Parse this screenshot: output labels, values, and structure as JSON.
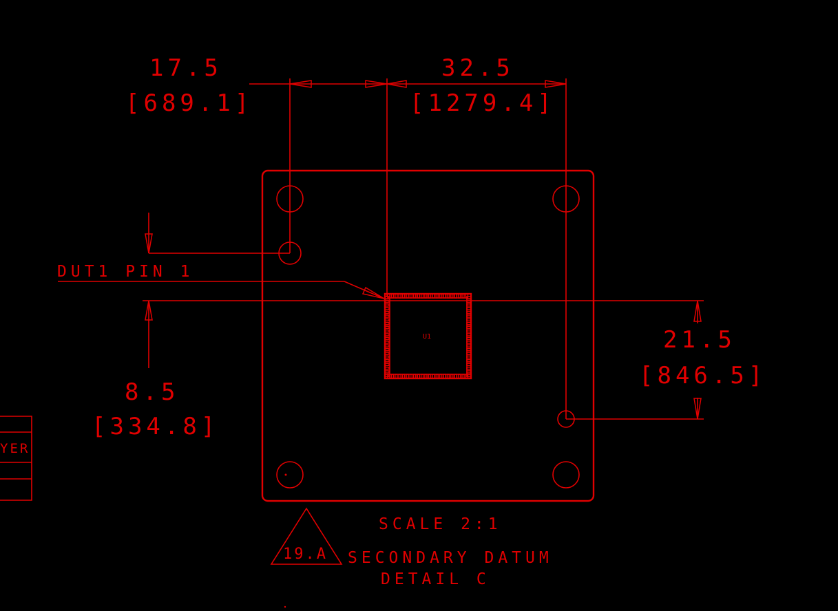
{
  "colors": {
    "background": "#000000",
    "line": "#e00000"
  },
  "dimensions": {
    "horizontal_left": {
      "value": "17.5",
      "alt": "[689.1]"
    },
    "horizontal_right": {
      "value": "32.5",
      "alt": "[1279.4]"
    },
    "vertical_left": {
      "value": "8.5",
      "alt": "[334.8]"
    },
    "vertical_right": {
      "value": "21.5",
      "alt": "[846.5]"
    }
  },
  "labels": {
    "callout": "DUT1 PIN 1",
    "component": "U1",
    "scale": "SCALE 2:1",
    "datum_title": "SECONDARY DATUM",
    "detail": "DETAIL C",
    "revision_flag": "19.A",
    "table_fragment": "YER"
  }
}
